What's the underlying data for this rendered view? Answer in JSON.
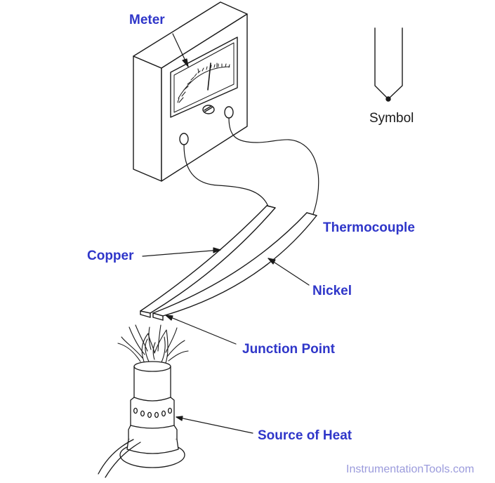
{
  "colors": {
    "label": "#2f36c9",
    "line": "#1a1a1a",
    "watermark": "#9b9bdc",
    "symbol_text": "#1a1a1a"
  },
  "labels": {
    "meter": "Meter",
    "symbol": "Symbol",
    "thermocouple": "Thermocouple",
    "copper": "Copper",
    "nickel": "Nickel",
    "junction_point": "Junction Point",
    "source_of_heat": "Source of Heat"
  },
  "watermark": "InstrumentationTools.com"
}
